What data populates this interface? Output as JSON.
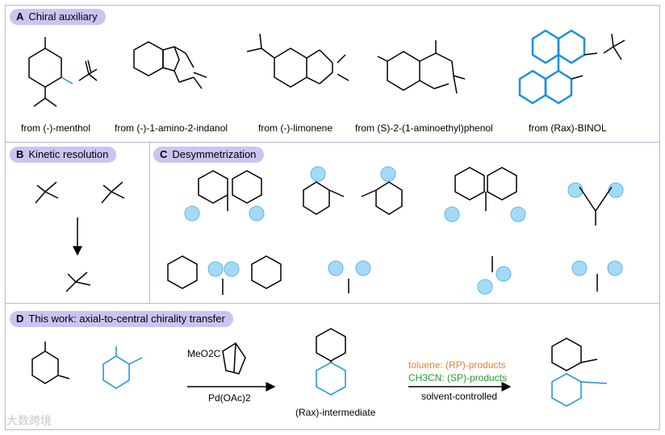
{
  "panels": {
    "a": {
      "letter": "A",
      "title": "Chiral auxiliary",
      "captions": [
        "from (-)-menthol",
        "from (-)-1-amino-2-indanol",
        "from (-)-limonene",
        "from (S)-2-(1-aminoethyl)phenol",
        "from (Rax)-BINOL"
      ]
    },
    "b": {
      "letter": "B",
      "title": "Kinetic resolution"
    },
    "c": {
      "letter": "C",
      "title": "Desymmetrization"
    },
    "d": {
      "letter": "D",
      "title": "This work: axial-to-central chirality transfer",
      "reagent_catalyst": "Pd(OAc)2",
      "reagent_norbornene": "MeO2C",
      "intermediate_label": "(Rax)-intermediate",
      "condition_toluene": "toluene: (RP)-products",
      "condition_mecn": "CH3CN: (SP)-products",
      "condition_note": "solvent-controlled"
    }
  },
  "colors": {
    "accent_blue": "#1a8fe6",
    "tag_bg": "#c9c5f2",
    "panel_border": "#b9b4e0",
    "highlight_circle": "#8fd1f5",
    "toluene_orange": "#f07e26",
    "mecn_green": "#1f9a2f"
  },
  "watermark": "大数跨境"
}
